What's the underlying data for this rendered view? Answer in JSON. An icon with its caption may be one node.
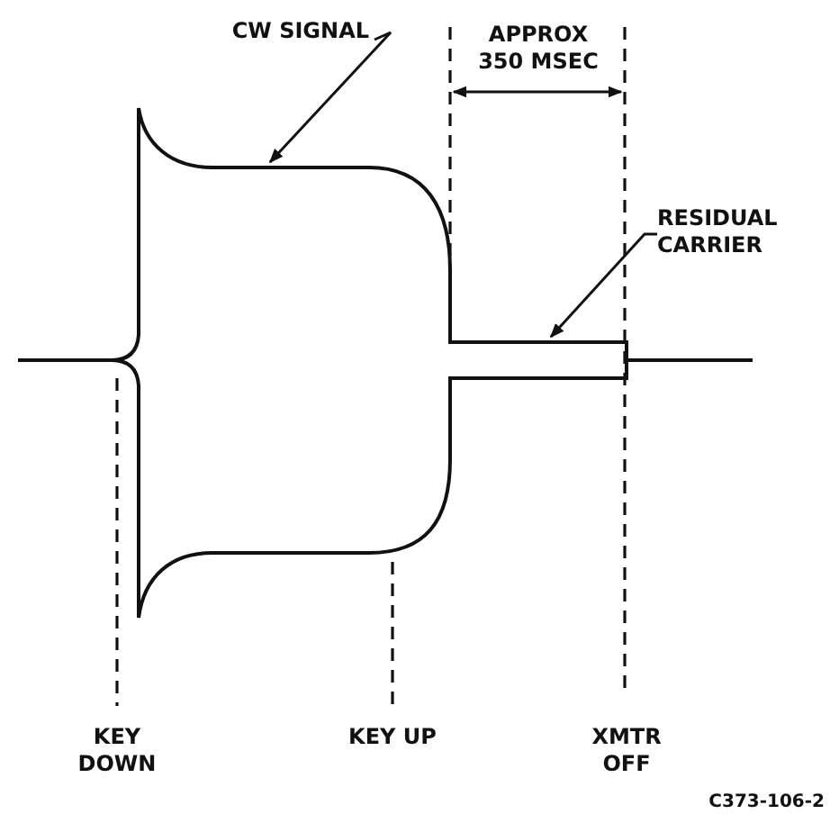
{
  "diagram": {
    "nodes": [
      {
        "text": [
          "CW SIGNAL"
        ]
      },
      {
        "text": [],
        "shape": "picture"
      },
      {
        "text": [
          "RESIDUAL CARRIER"
        ]
      }
    ],
    "edges": [
      {
        "from": 0,
        "to": 1,
        "arrow": "to"
      },
      {
        "from": 2,
        "to": 1,
        "arrow": "to"
      }
    ],
    "labels": [
      "APPROX 350 MSEC",
      "KEY DOWN",
      "KEY UP",
      "XMTR OFF",
      "C373-106-2"
    ]
  }
}
